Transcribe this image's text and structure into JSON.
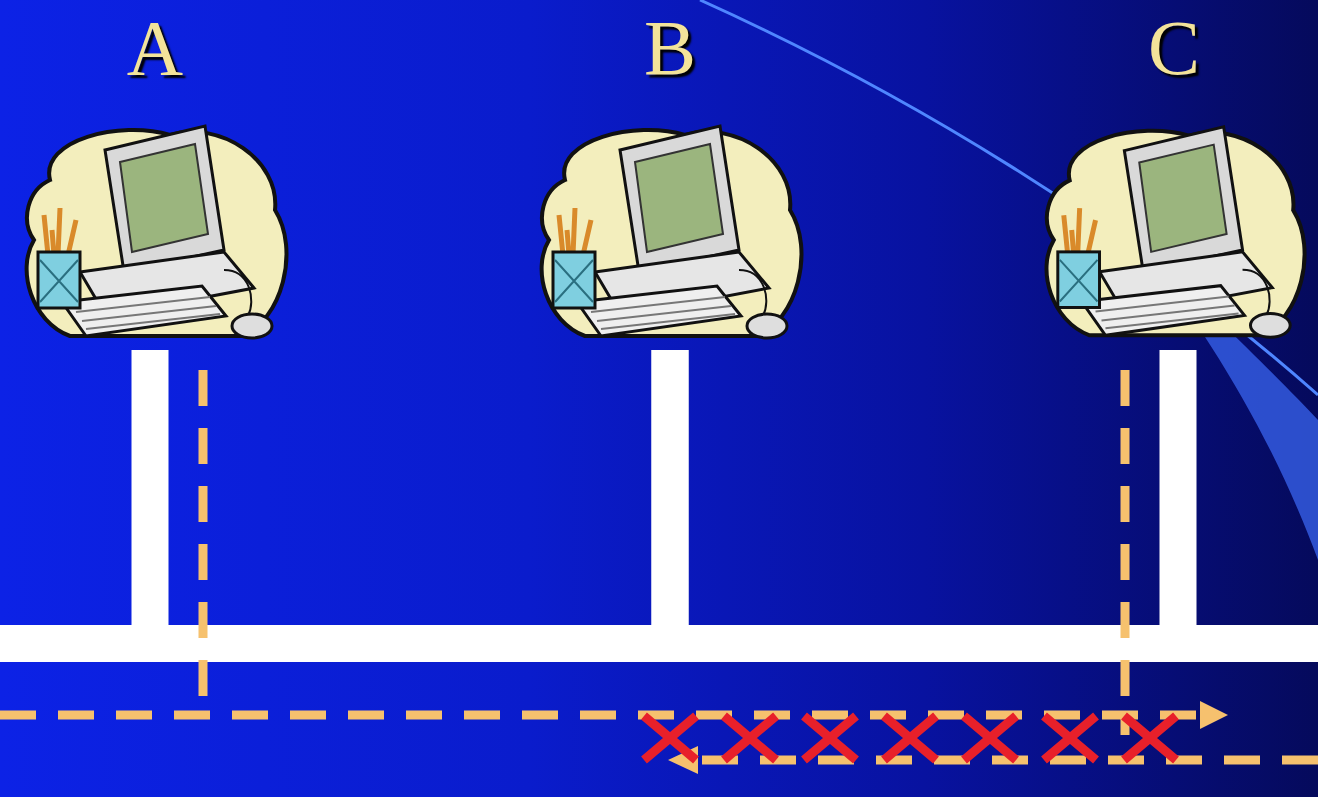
{
  "diagram": {
    "nodes": [
      {
        "text": [
          "A"
        ]
      },
      {
        "text": [
          "B"
        ]
      },
      {
        "text": [
          "C"
        ]
      }
    ],
    "edges": [
      {
        "from": 0,
        "to": 1,
        "arrow": "none"
      },
      {
        "from": 1,
        "to": 2,
        "arrow": "none"
      }
    ]
  }
}
